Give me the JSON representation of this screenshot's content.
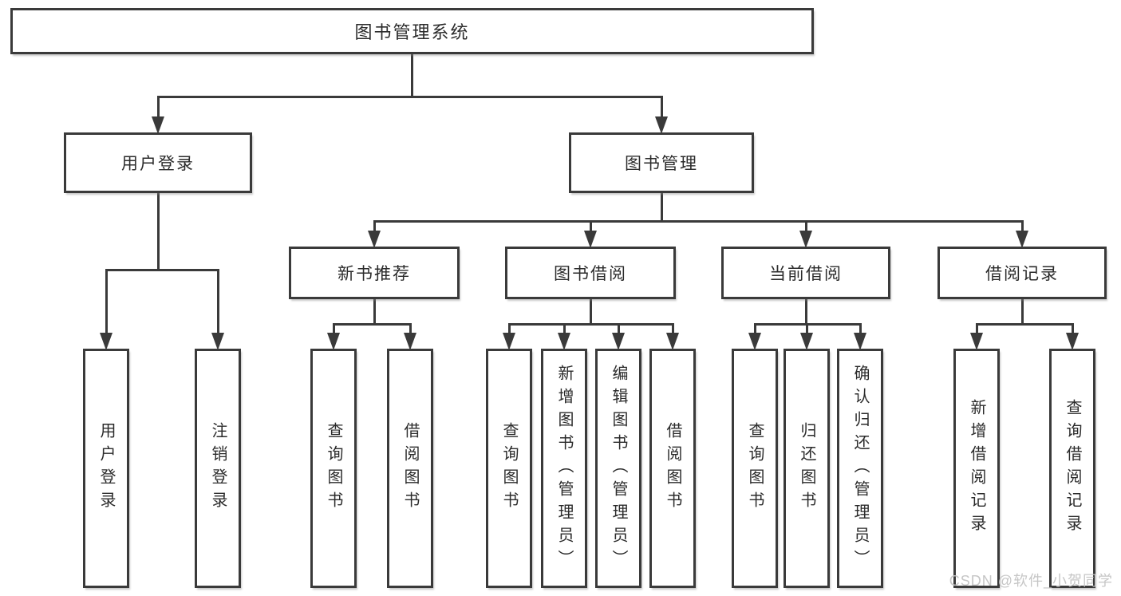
{
  "diagram": {
    "title": "图书管理系统",
    "nodes": [
      {
        "id": "root",
        "label": "图书管理系统",
        "parent": null
      },
      {
        "id": "user-login",
        "label": "用户登录",
        "parent": "root"
      },
      {
        "id": "book-mgmt",
        "label": "图书管理",
        "parent": "root"
      },
      {
        "id": "new-book",
        "label": "新书推荐",
        "parent": "book-mgmt"
      },
      {
        "id": "book-borrow",
        "label": "图书借阅",
        "parent": "book-mgmt"
      },
      {
        "id": "current-borrow",
        "label": "当前借阅",
        "parent": "book-mgmt"
      },
      {
        "id": "borrow-record",
        "label": "借阅记录",
        "parent": "book-mgmt"
      },
      {
        "id": "ul-login",
        "label": "用户登录",
        "parent": "user-login"
      },
      {
        "id": "ul-logout",
        "label": "注销登录",
        "parent": "user-login"
      },
      {
        "id": "nb-query",
        "label": "查询图书",
        "parent": "new-book"
      },
      {
        "id": "nb-borrow",
        "label": "借阅图书",
        "parent": "new-book"
      },
      {
        "id": "bb-query",
        "label": "查询图书",
        "parent": "book-borrow"
      },
      {
        "id": "bb-add",
        "label": "新增图书（管理员）",
        "parent": "book-borrow"
      },
      {
        "id": "bb-edit",
        "label": "编辑图书（管理员）",
        "parent": "book-borrow"
      },
      {
        "id": "bb-borrow",
        "label": "借阅图书",
        "parent": "book-borrow"
      },
      {
        "id": "cb-query",
        "label": "查询图书",
        "parent": "current-borrow"
      },
      {
        "id": "cb-return",
        "label": "归还图书",
        "parent": "current-borrow"
      },
      {
        "id": "cb-confirm",
        "label": "确认归还（管理员）",
        "parent": "current-borrow"
      },
      {
        "id": "br-add",
        "label": "新增借阅记录",
        "parent": "borrow-record"
      },
      {
        "id": "br-query",
        "label": "查询借阅记录",
        "parent": "borrow-record"
      }
    ]
  },
  "watermark": {
    "text": "CSDN @软件_小贺同学"
  },
  "colors": {
    "line": "#3a3a3a",
    "box_border": "#3a3a3a",
    "box_fill": "#ffffff",
    "text": "#2b2b2b",
    "watermark": "#c6c6c6",
    "background": "#ffffff"
  }
}
